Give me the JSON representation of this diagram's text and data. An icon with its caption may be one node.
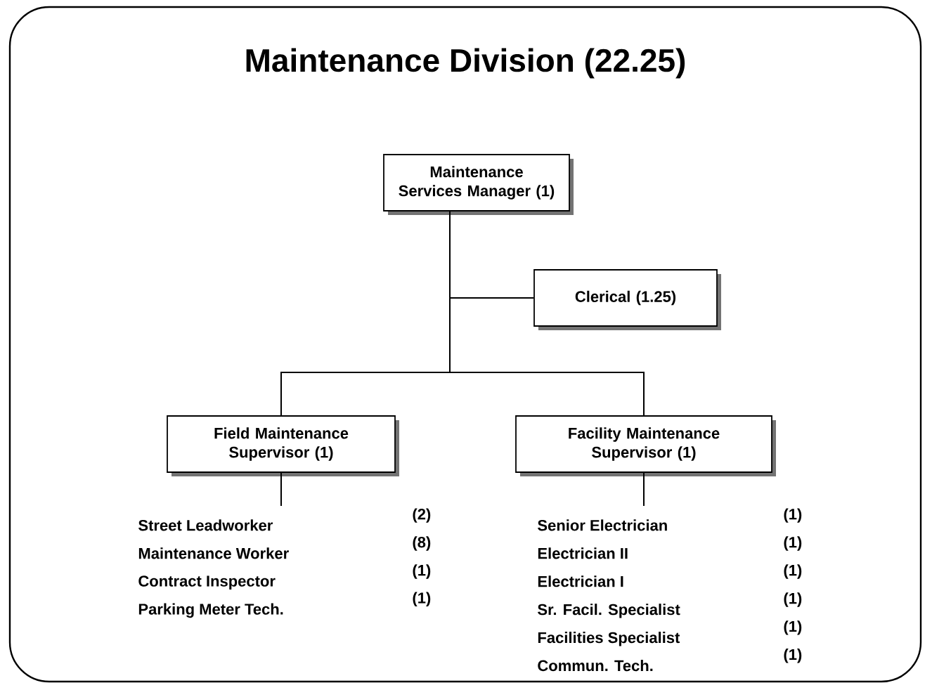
{
  "diagram": {
    "title": "Maintenance Division (22.25)",
    "nodes": [
      {
        "text": [
          "Maintenance Services Manager (1)"
        ]
      },
      {
        "text": [
          "Clerical (1.25)"
        ]
      },
      {
        "text": [
          "Field Maintenance Supervisor (1)"
        ]
      },
      {
        "text": [
          "Facility Maintenance Supervisor (1)"
        ]
      },
      {
        "text": [
          "Street Leadworker",
          "(2)",
          "Maintenance Worker",
          "(8)",
          "Contract Inspector",
          "(1)",
          "Parking Meter Tech.",
          "(1)"
        ]
      },
      {
        "text": [
          "Senior Electrician",
          "(1)",
          "Electrician II",
          "(1)",
          "Electrician I",
          "(1)",
          "Sr. Facil. Specialist",
          "(1)",
          "Facilities Specialist",
          "(1)",
          "Commun. Tech.",
          "(1)"
        ]
      }
    ],
    "edges": [
      {
        "from": 0,
        "to": 1,
        "arrow": "none"
      },
      {
        "from": 0,
        "to": 2,
        "arrow": "none"
      },
      {
        "from": 0,
        "to": 3,
        "arrow": "none"
      },
      {
        "from": 2,
        "to": 4,
        "arrow": "none"
      },
      {
        "from": 3,
        "to": 5,
        "arrow": "none"
      }
    ]
  }
}
